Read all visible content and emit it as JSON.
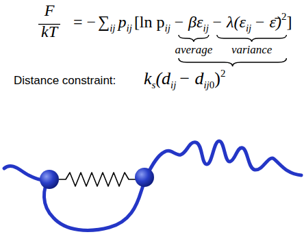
{
  "diagram": {
    "labels": [
      "F",
      "kT",
      "= −",
      "∑",
      "ij",
      "p",
      "ij",
      "[ln p",
      "ij",
      "− βε",
      "ij",
      "− λ(ε",
      "ij",
      "− ε̄)",
      "2",
      "]",
      "average",
      "variance",
      "Distance constraint:",
      "k",
      "s",
      "(d",
      "ij",
      "− d",
      "ij",
      "0",
      ")",
      "2"
    ]
  }
}
